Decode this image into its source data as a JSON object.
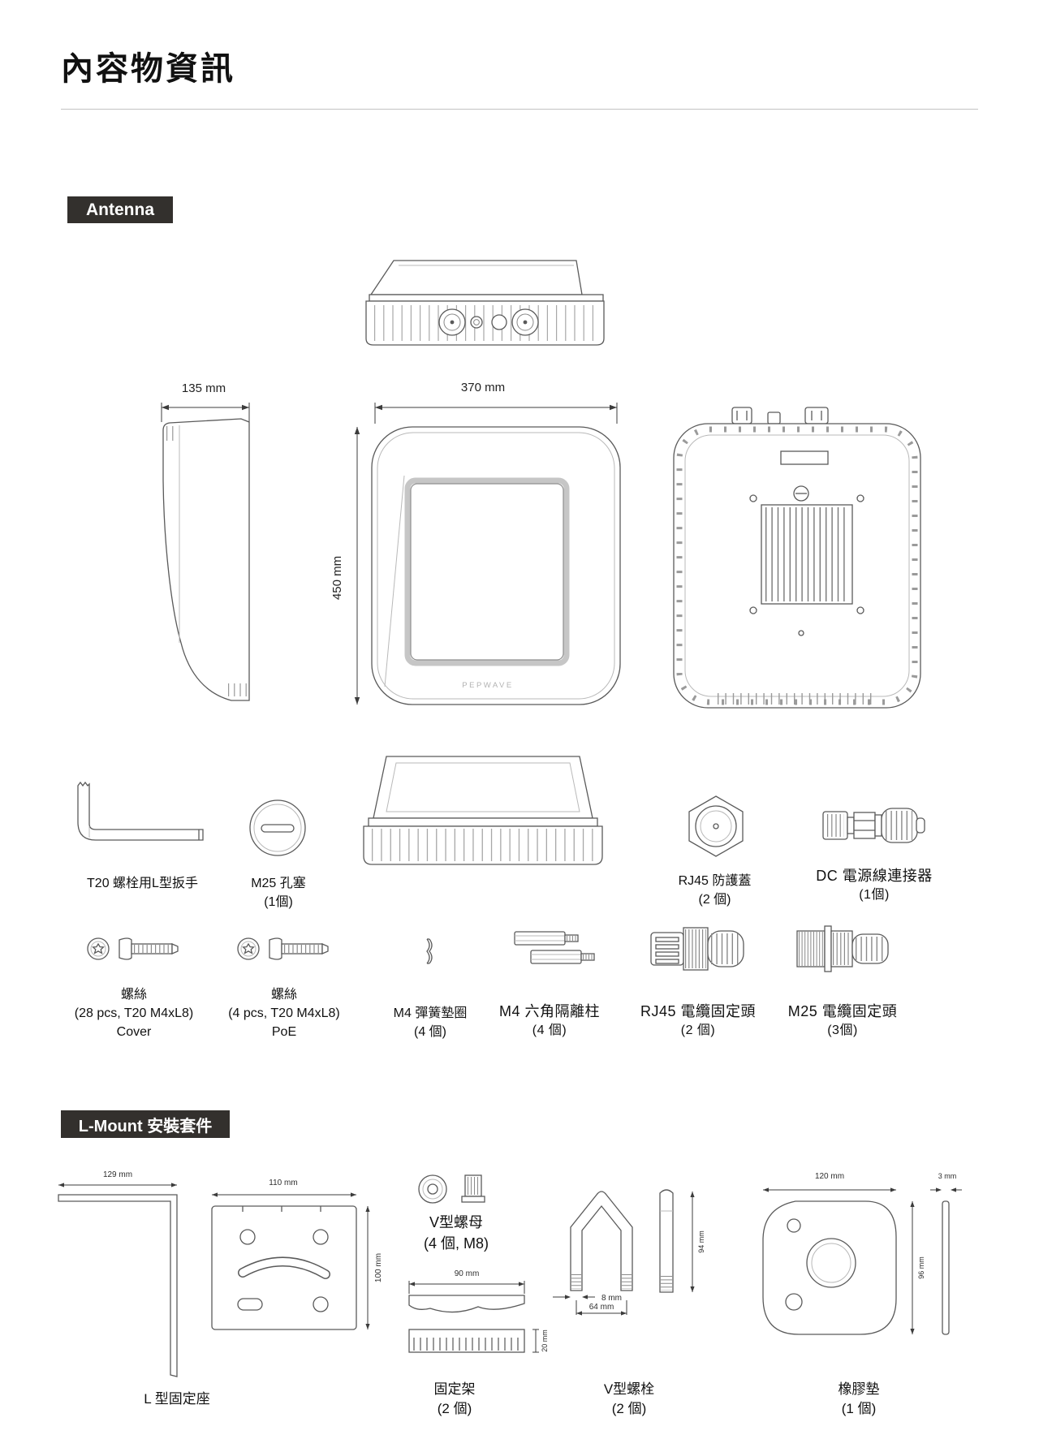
{
  "title": "內容物資訊",
  "colors": {
    "badge_bg": "#33302d",
    "badge_text": "#ffffff",
    "line_art": "#5a5a5a",
    "dim_text": "#2e2e2e"
  },
  "antenna": {
    "badge": "Antenna",
    "brand": "PEPWAVE",
    "dims": {
      "side_width": "135 mm",
      "front_width": "370 mm",
      "front_height": "450 mm"
    },
    "row1": [
      {
        "name": "T20 螺栓用L型扳手",
        "qty": ""
      },
      {
        "name": "M25 孔塞",
        "qty": "(1個)"
      },
      {
        "name": "RJ45 防護蓋",
        "qty": "(2 個)"
      },
      {
        "name": "DC 電源線連接器",
        "qty": "(1個)"
      }
    ],
    "row2": [
      {
        "name": "螺絲",
        "qty": "(28 pcs, T20 M4xL8)",
        "note": "Cover"
      },
      {
        "name": "螺絲",
        "qty": "(4 pcs, T20 M4xL8)",
        "note": "PoE"
      },
      {
        "name": "M4 彈簧墊圈",
        "qty": "(4 個)"
      },
      {
        "name": "M4 六角隔離柱",
        "qty": "(4 個)"
      },
      {
        "name": "RJ45 電纜固定頭",
        "qty": "(2 個)"
      },
      {
        "name": "M25 電纜固定頭",
        "qty": "(3個)"
      }
    ]
  },
  "lmount": {
    "badge": "L-Mount 安裝套件",
    "vnut": {
      "name": "V型螺母",
      "qty": "(4 個, M8)"
    },
    "dims": {
      "l_bracket_length": "129 mm",
      "plate_width": "110 mm",
      "plate_height": "100 mm",
      "clamp_width": "90 mm",
      "clamp_height": "20 mm",
      "vbolt_diameter": "8 mm",
      "vbolt_span": "64 mm",
      "vbolt_height": "94 mm",
      "pad_width": "120 mm",
      "pad_height": "96 mm",
      "pad_thickness": "3 mm"
    },
    "items": [
      {
        "name": "L 型固定座",
        "qty": ""
      },
      {
        "name": "固定架",
        "qty": "(2 個)"
      },
      {
        "name": "V型螺栓",
        "qty": "(2 個)"
      },
      {
        "name": "橡膠墊",
        "qty": "(1 個)"
      }
    ]
  }
}
